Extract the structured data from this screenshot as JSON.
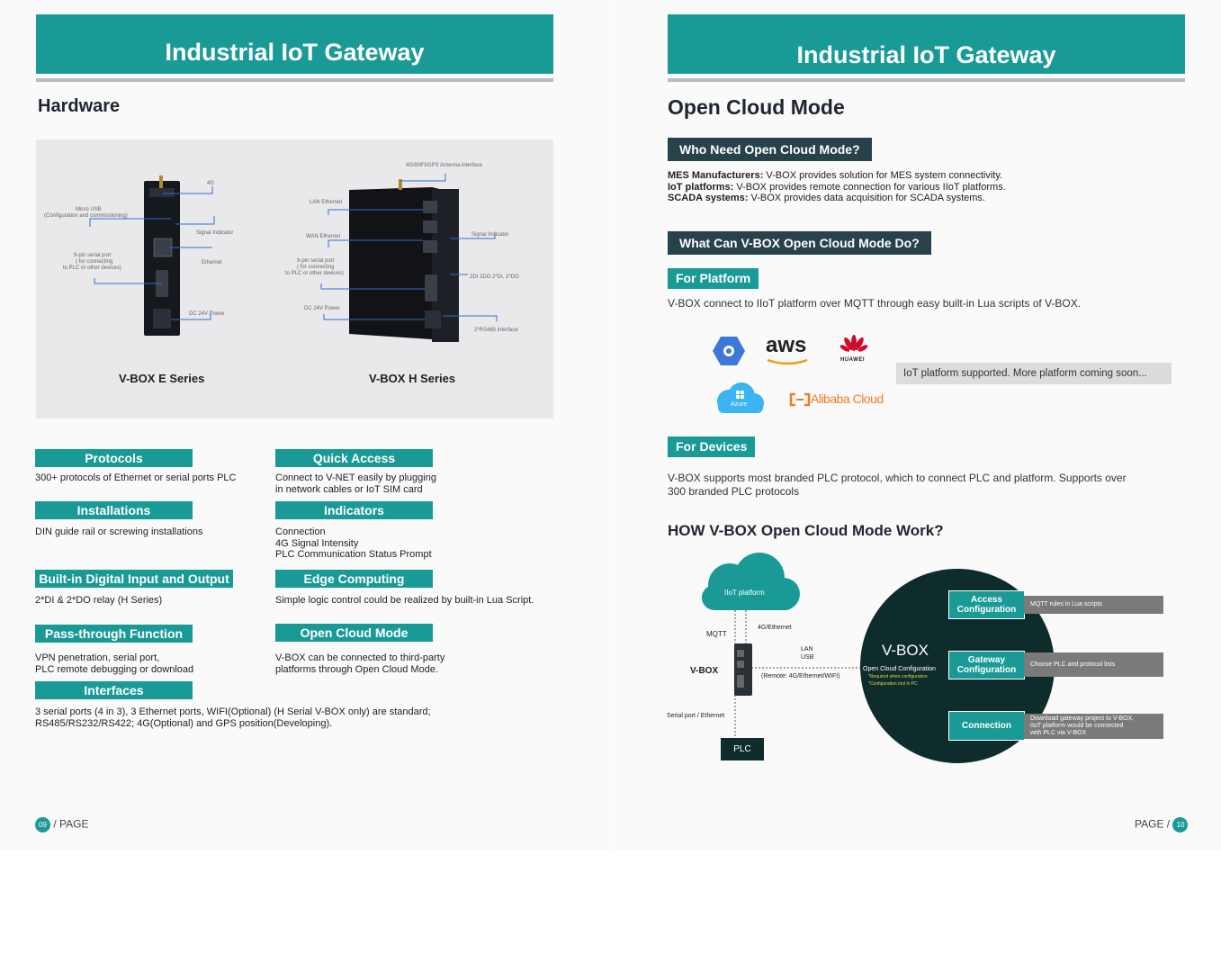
{
  "left": {
    "banner": "Industrial IoT Gateway",
    "heading": "Hardware",
    "hw": {
      "e_series": "V-BOX E Series",
      "h_series": "V-BOX H Series",
      "e_labels": {
        "g4": "4G",
        "micro_usb": "Micro USB",
        "micro_usb2": "(Configuration and commissioning)",
        "signal": "Signal Indicator",
        "serial1": "9-pin serial port",
        "serial2": "( for connecting",
        "serial3": "to PLC or other devices)",
        "ethernet": "Ethernet",
        "power": "DC 24V Power"
      },
      "h_labels": {
        "antenna": "4G/WIFI/GPS Antenna interface",
        "lan": "LAN Ethernet",
        "wan": "WAN Ethernet",
        "signal": "Signal Indicator",
        "serial1": "9-pin serial port",
        "serial2": "( for connecting",
        "serial3": "to PLC or other devices)",
        "dio": "2DI 2DO 2*DI, 2*DO",
        "power": "DC 24V Power",
        "rs485": "2*RS485 interface"
      }
    },
    "features": [
      {
        "title": "Protocols",
        "text": "300+ protocols of Ethernet or serial ports PLC"
      },
      {
        "title": "Quick Access",
        "text": "Connect to V-NET easily by plugging\nin network cables or IoT SIM card"
      },
      {
        "title": "Installations",
        "text": "DIN guide rail or screwing installations"
      },
      {
        "title": "Indicators",
        "text": "Connection\n4G Signal Intensity\nPLC Communication Status Prompt"
      },
      {
        "title": "Built-in Digital Input and Output",
        "text": "2*DI & 2*DO relay (H Series)"
      },
      {
        "title": "Edge Computing",
        "text": "Simple logic control could be realized by built-in Lua Script."
      },
      {
        "title": "Pass-through Function",
        "text": "VPN penetration, serial port,\nPLC remote debugging or download"
      },
      {
        "title": "Open Cloud Mode",
        "text": "V-BOX can be connected to third-party\nplatforms through Open Cloud Mode."
      },
      {
        "title": "Interfaces",
        "text": "3 serial ports (4 in 3), 3 Ethernet ports, WIFI(Optional) (H Serial V-BOX only) are standard;\nRS485/RS232/RS422; 4G(Optional) and GPS position(Developing)."
      }
    ],
    "page_num": "09",
    "page_word": "/ PAGE"
  },
  "right": {
    "banner": "Industrial IoT Gateway",
    "heading": "Open Cloud Mode",
    "who_title": "Who Need Open Cloud Mode?",
    "who_lines": [
      {
        "bold": "MES Manufacturers:",
        "text": " V-BOX provides solution for MES system connectivity."
      },
      {
        "bold": "IoT platforms:",
        "text": " V-BOX provides remote connection for various IIoT platforms."
      },
      {
        "bold": "SCADA systems:",
        "text": " V-BOX provides data acquisition for SCADA systems."
      }
    ],
    "what_title": "What Can V-BOX Open Cloud Mode Do?",
    "for_platform": "For Platform",
    "platform_text": "V-BOX connect to IIoT platform over MQTT through easy built-in Lua scripts of V-BOX.",
    "logos": {
      "aws": "aws",
      "huawei": "HUAWEI",
      "azure": "Azure",
      "alibaba": "Alibaba Cloud"
    },
    "platform_note": "IoT platform supported. More platform coming soon...",
    "for_devices": "For Devices",
    "devices_text": "V-BOX supports most branded PLC protocol, which to connect PLC and platform. Supports over\n300 branded PLC protocols",
    "how_title": "HOW V-BOX Open Cloud Mode Work?",
    "diagram": {
      "cloud": "IIoT platform",
      "mqtt": "MQTT",
      "g4eth": "4G/Ethernet",
      "lan": "LAN",
      "usb": "USB",
      "vbox": "V-BOX",
      "remote": "(Remote:  4G/Ethernet/WIFI)",
      "serial": "Serial port / Ethernet",
      "plc": "PLC",
      "circle_title": "V-BOX",
      "circle_sub": "Open Cloud Configuration",
      "circle_note1": "*Required when configuration",
      "circle_note2": "*Configuration tool in PC",
      "steps": [
        {
          "label": "Access\nConfiguration",
          "desc": "MQTT rules in Lua scripts"
        },
        {
          "label": "Gateway\nConfiguration",
          "desc": "Choose PLC and protocol lists"
        },
        {
          "label": "Connection",
          "desc": "Download gateway project to V-BOX,\nIIoT platform would be connected\nwith PLC via V-BOX"
        }
      ]
    },
    "page_word": "PAGE /",
    "page_num": "10"
  },
  "colors": {
    "teal": "#1a9a96",
    "dark": "#27424b",
    "circle": "#0f2c2d"
  }
}
